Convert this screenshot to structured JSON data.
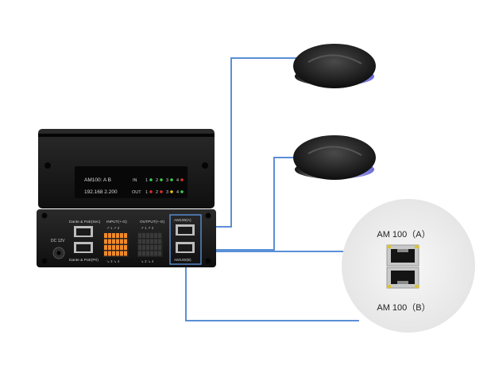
{
  "colors": {
    "cable": "#5b8fd6",
    "device_body": "#1b1b1b",
    "device_panel": "#101010",
    "led_green": "#3bd14a",
    "led_red": "#e0302a",
    "led_yellow": "#f2c21c",
    "terminal_orange": "#f08a2a",
    "circle_bg": "#ececec"
  },
  "front_panel": {
    "model_line": "AM100: A  B",
    "ip_line": "192.168  2.200",
    "in_label": "IN",
    "out_label": "OUT",
    "channels": [
      "1",
      "2",
      "3",
      "4"
    ]
  },
  "rear_panel": {
    "power_label": "DC 12V",
    "dante_sec_label": "Dante & PoE(Sec)",
    "dante_pri_label": "Dante & PoE(Pri)",
    "input_label": "INPUT(+-G)",
    "output_label": "OUTPUT(+-G)",
    "in_ch_top": "↗ 1 ↗ 2",
    "in_ch_bottom": "↘ 3 ↘ 4",
    "out_ch_top": "↗ 1 ↗ 2",
    "out_ch_bottom": "↘ 3 ↘ 4",
    "am_a_label": "AM100(A)",
    "am_b_label": "AM100(B)"
  },
  "callout": {
    "top_label": "AM 100（A）",
    "bottom_label": "AM 100（B）"
  }
}
